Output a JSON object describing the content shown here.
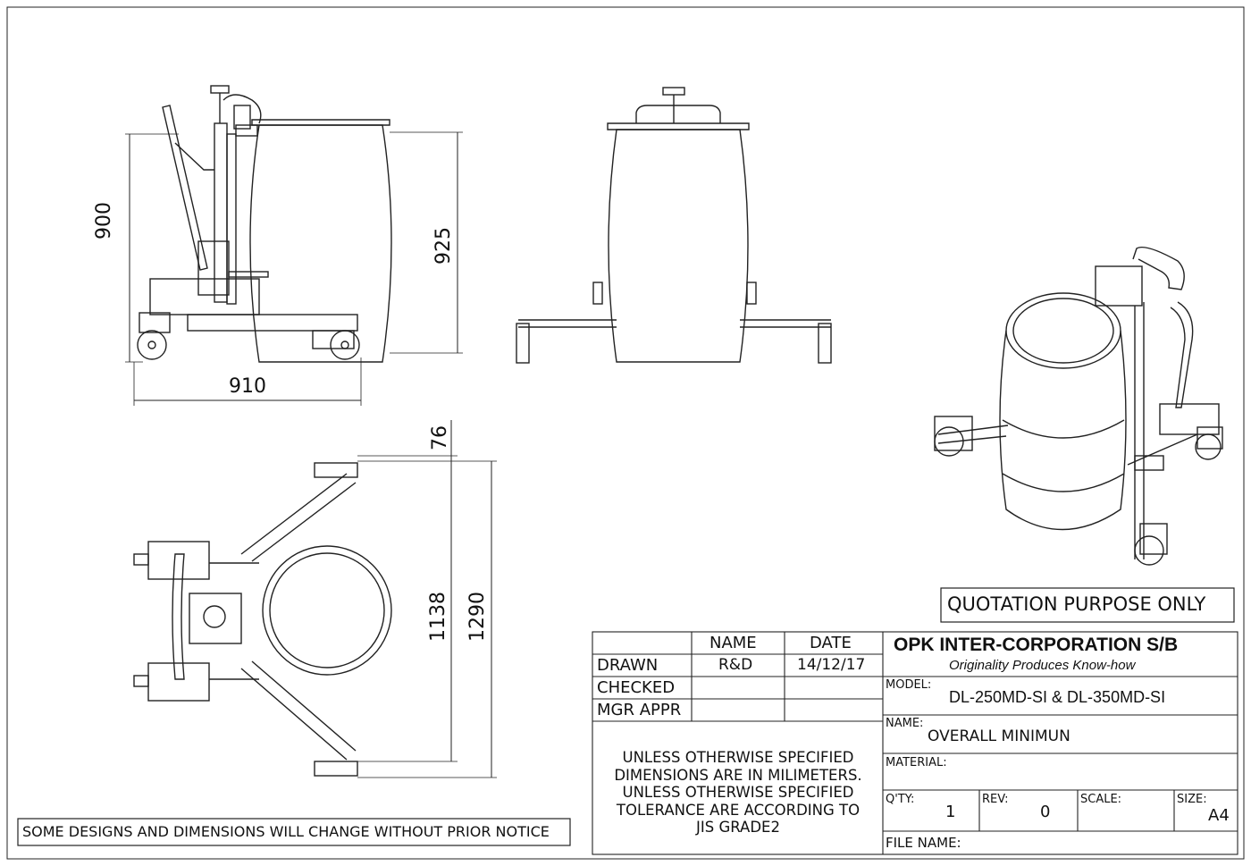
{
  "dimensions": {
    "side_height": "900",
    "side_drum_height": "925",
    "side_length": "910",
    "top_offset": "76",
    "top_inner": "1138",
    "top_overall": "1290"
  },
  "notes": {
    "quotation": "QUOTATION PURPOSE ONLY",
    "change_notice": "SOME DESIGNS AND DIMENSIONS WILL CHANGE WITHOUT PRIOR NOTICE"
  },
  "title_block": {
    "headers": {
      "name": "NAME",
      "date": "DATE"
    },
    "rows": [
      {
        "label": "DRAWN",
        "name": "R&D",
        "date": "14/12/17"
      },
      {
        "label": "CHECKED",
        "name": "",
        "date": ""
      },
      {
        "label": "MGR APPR",
        "name": "",
        "date": ""
      }
    ],
    "tolerance_lines": [
      "UNLESS OTHERWISE SPECIFIED",
      "DIMENSIONS ARE IN MILIMETERS.",
      "UNLESS OTHERWISE SPECIFIED",
      "TOLERANCE ARE ACCORDING TO",
      "JIS GRADE2"
    ],
    "company": "OPK INTER-CORPORATION S/B",
    "slogan": "Originality Produces Know-how",
    "model_label": "MODEL:",
    "model": "DL-250MD-SI & DL-350MD-SI",
    "name_label": "NAME:",
    "name": "OVERALL MINIMUN",
    "material_label": "MATERIAL:",
    "material": "",
    "qty_label": "Q'TY:",
    "qty": "1",
    "rev_label": "REV:",
    "rev": "0",
    "scale_label": "SCALE:",
    "scale": "",
    "size_label": "SIZE:",
    "size": "A4",
    "file_label": "FILE NAME:",
    "file": ""
  }
}
